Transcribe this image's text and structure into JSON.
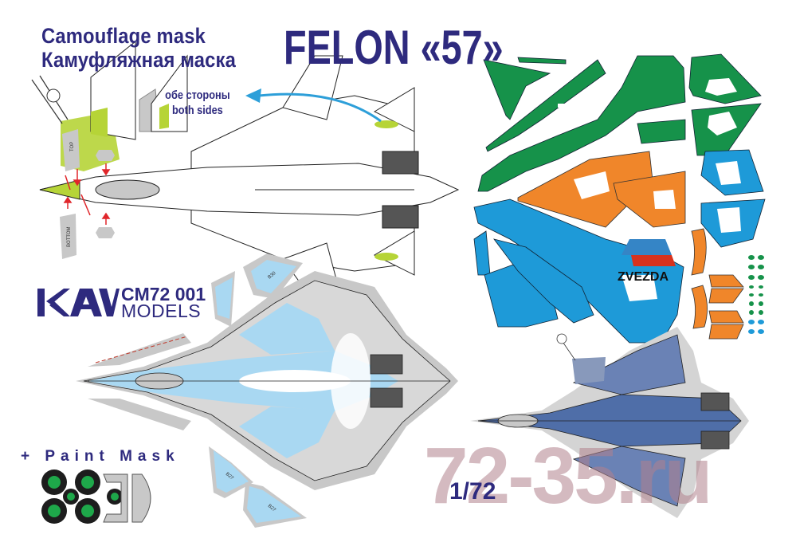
{
  "header": {
    "title_en": "Camouflage mask",
    "title_ru": "Камуфляжная маска",
    "product_name": "FELON «57»"
  },
  "annotation": {
    "both_sides_ru": "обе стороны",
    "both_sides_en": "both sides"
  },
  "brand": {
    "logo_text": "KAV",
    "product_code": "CM72 001",
    "models_label": "MODELS"
  },
  "extras": {
    "paint_mask_label": "+ Paint Mask"
  },
  "scale": {
    "label": "1/72"
  },
  "watermark": {
    "text": "72-35.ru"
  },
  "mask_pieces": {
    "canopy_top_label": "TOP",
    "canopy_bottom_label": "BOTTOM",
    "panel_label_b30": "B30",
    "panel_label_b27": "B27",
    "decal_brand": "ZVEZDA"
  },
  "colors": {
    "brand_navy": "#2e2a7e",
    "mask_green": "#16924a",
    "mask_orange": "#f0862a",
    "mask_blue": "#1e9ad8",
    "mask_lime": "#b6d437",
    "mask_gray": "#c8c8c8",
    "camo_light_blue": "#a9d8f2",
    "camo_dark_blue": "#4f6ea8",
    "arrow_blue": "#2d9fd9",
    "arrow_red": "#e0262b",
    "flag_red": "#d7321e",
    "flag_blue": "#3585c6"
  }
}
